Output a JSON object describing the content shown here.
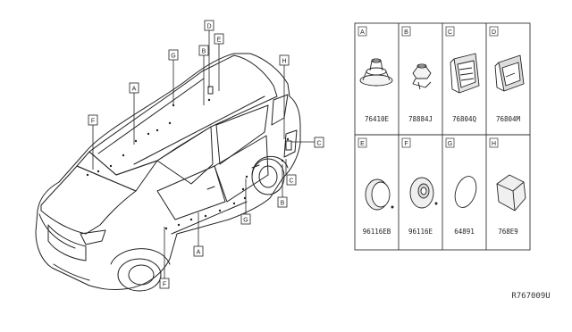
{
  "parts": [
    {
      "letter": "A",
      "code": "76410E"
    },
    {
      "letter": "B",
      "code": "78884J"
    },
    {
      "letter": "C",
      "code": "76804Q"
    },
    {
      "letter": "D",
      "code": "76804M"
    },
    {
      "letter": "E",
      "code": "96116EB"
    },
    {
      "letter": "F",
      "code": "96116E"
    },
    {
      "letter": "G",
      "code": "64891"
    },
    {
      "letter": "H",
      "code": "768E9"
    }
  ],
  "callouts": [
    "D",
    "E",
    "B",
    "G",
    "H",
    "A",
    "F",
    "C",
    "B",
    "G",
    "A",
    "F"
  ],
  "reference": "R767009U"
}
